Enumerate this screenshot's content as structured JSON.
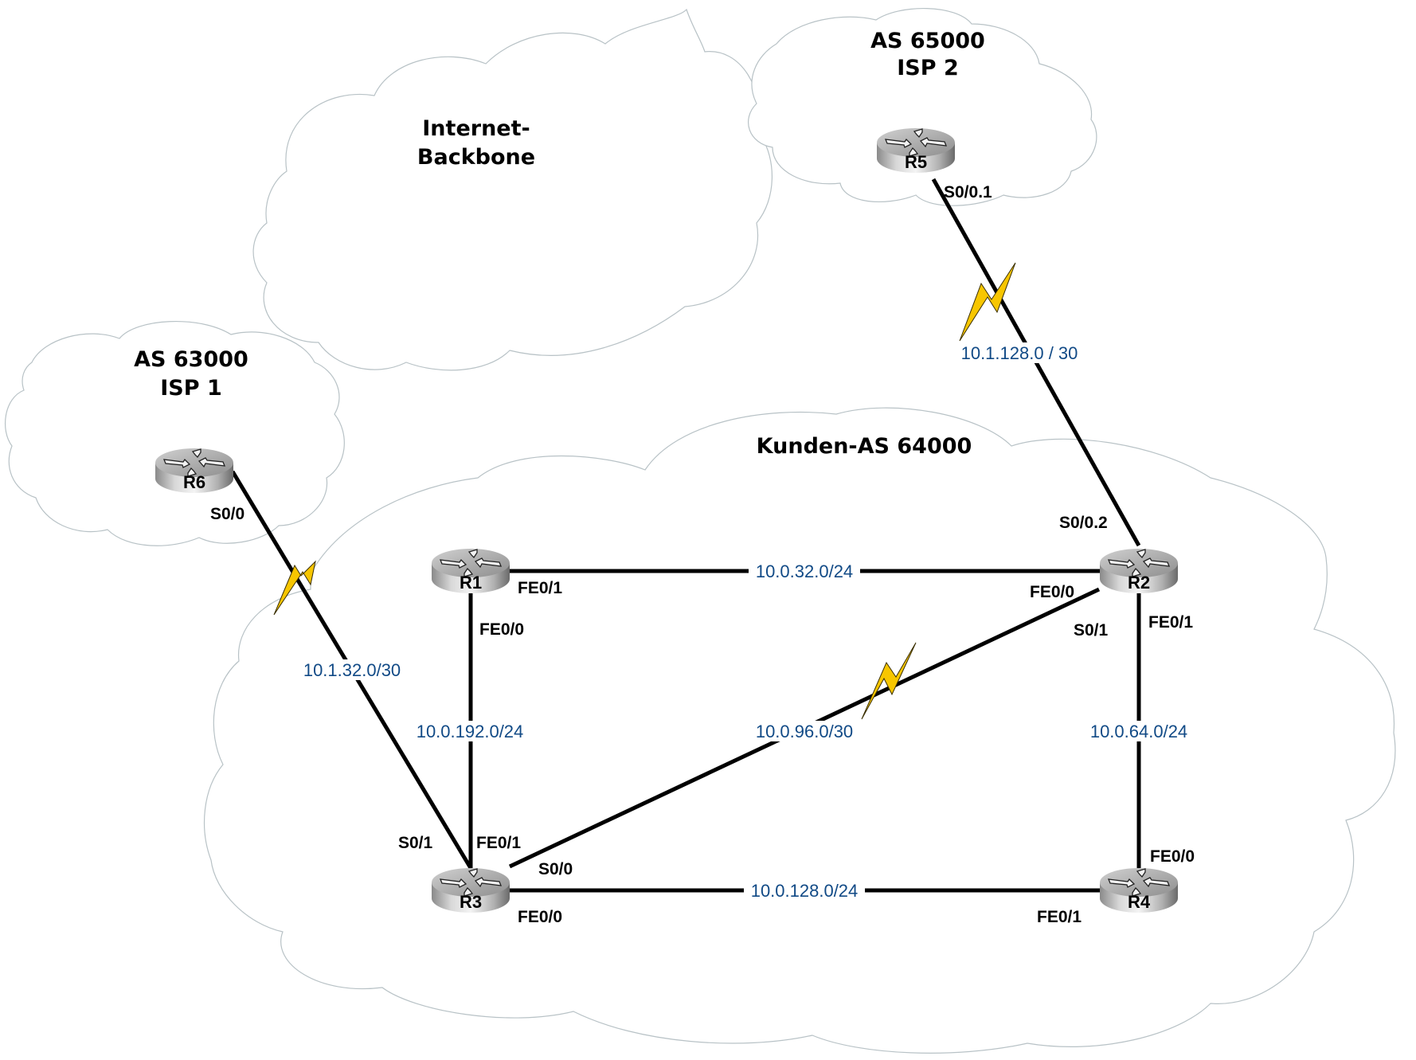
{
  "clouds": {
    "backbone": {
      "title_lines": [
        "Internet-",
        "Backbone"
      ]
    },
    "isp1": {
      "title_lines": [
        "AS 63000",
        "ISP 1"
      ]
    },
    "isp2": {
      "title_lines": [
        "AS 65000",
        "ISP 2"
      ]
    },
    "customer": {
      "title_lines": [
        "Kunden-AS 64000"
      ]
    }
  },
  "routers": [
    {
      "id": "R1",
      "label": "R1"
    },
    {
      "id": "R2",
      "label": "R2"
    },
    {
      "id": "R3",
      "label": "R3"
    },
    {
      "id": "R4",
      "label": "R4"
    },
    {
      "id": "R5",
      "label": "R5"
    },
    {
      "id": "R6",
      "label": "R6"
    }
  ],
  "links": [
    {
      "id": "r5-r2",
      "from": "R5",
      "to": "R2",
      "type": "serial",
      "network": "10.1.128.0 / 30",
      "from_iface": "S0/0.1",
      "to_iface": "S0/0.2"
    },
    {
      "id": "r6-r3",
      "from": "R6",
      "to": "R3",
      "type": "serial",
      "network": "10.1.32.0/30",
      "from_iface": "S0/0",
      "to_iface": "S0/1"
    },
    {
      "id": "r1-r2",
      "from": "R1",
      "to": "R2",
      "type": "ethernet",
      "network": "10.0.32.0/24",
      "from_iface": "FE0/1",
      "to_iface": "FE0/0"
    },
    {
      "id": "r1-r3",
      "from": "R1",
      "to": "R3",
      "type": "ethernet",
      "network": "10.0.192.0/24",
      "from_iface": "FE0/0",
      "to_iface": "FE0/1"
    },
    {
      "id": "r3-r2",
      "from": "R3",
      "to": "R2",
      "type": "serial",
      "network": "10.0.96.0/30",
      "from_iface": "S0/0",
      "to_iface": "S0/1"
    },
    {
      "id": "r2-r4",
      "from": "R2",
      "to": "R4",
      "type": "ethernet",
      "network": "10.0.64.0/24",
      "from_iface": "FE0/1",
      "to_iface": "FE0/0"
    },
    {
      "id": "r3-r4",
      "from": "R3",
      "to": "R4",
      "type": "ethernet",
      "network": "10.0.128.0/24",
      "from_iface": "FE0/0",
      "to_iface": "FE0/1"
    }
  ],
  "colors": {
    "network_label": "#114a86",
    "serial_bolt": "#f7c600",
    "link": "#000000",
    "cloud_outline": "#b8c2c6"
  }
}
